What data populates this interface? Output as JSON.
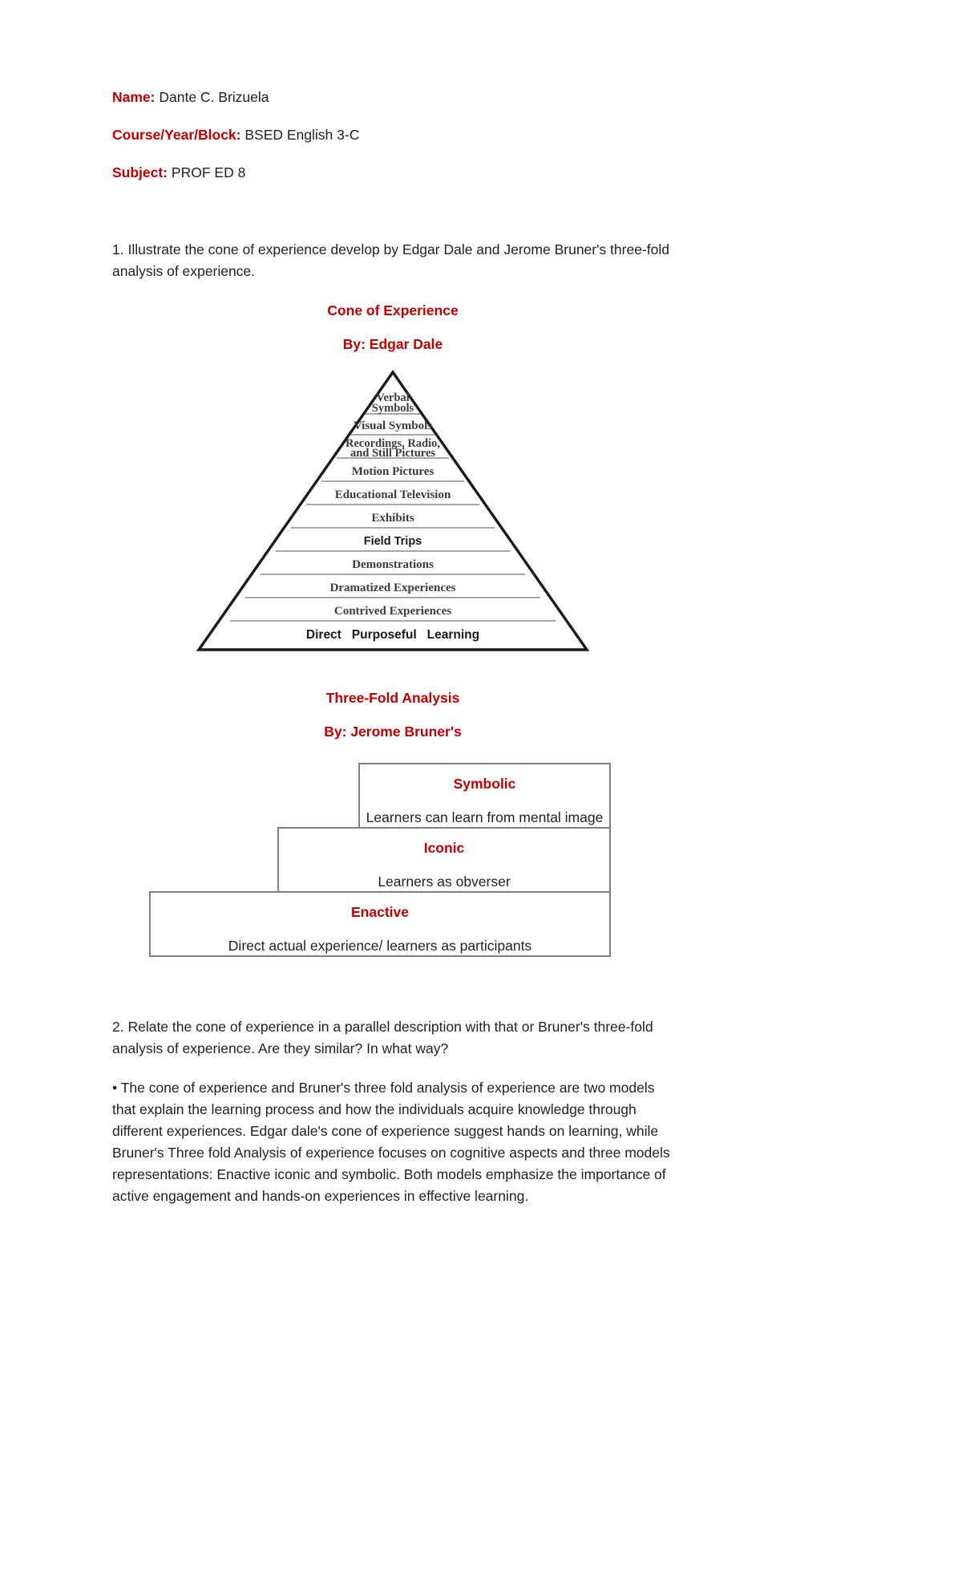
{
  "header": {
    "fields": [
      {
        "label": "Name:",
        "value": "Dante C. Brizuela"
      },
      {
        "label": "Course/Year/Block:",
        "value": "BSED English 3-C"
      },
      {
        "label": "Subject:",
        "value": "PROF ED 8"
      }
    ]
  },
  "question1": {
    "text": "1. Illustrate the cone of experience develop by Edgar Dale and Jerome Bruner's three-fold analysis of experience."
  },
  "cone": {
    "title": "Cone of Experience",
    "author": "By: Edgar Dale",
    "tiers": [
      {
        "label": "Verbal Symbols",
        "lines": [
          "Verbal",
          "Symbols"
        ],
        "style": "serif"
      },
      {
        "label": "Visual Symbols",
        "lines": [
          "Visual Symbols"
        ],
        "style": "serif"
      },
      {
        "label": "Recordings, Radio, and Still Pictures",
        "lines": [
          "Recordings, Radio,",
          "and Still Pictures"
        ],
        "style": "serif"
      },
      {
        "label": "Motion Pictures",
        "lines": [
          "Motion Pictures"
        ],
        "style": "serif"
      },
      {
        "label": "Educational Television",
        "lines": [
          "Educational Television"
        ],
        "style": "serif"
      },
      {
        "label": "Exhibits",
        "lines": [
          "Exhibits"
        ],
        "style": "serif"
      },
      {
        "label": "Field Trips",
        "lines": [
          "Field Trips"
        ],
        "style": "sans"
      },
      {
        "label": "Demonstrations",
        "lines": [
          "Demonstrations"
        ],
        "style": "serif"
      },
      {
        "label": "Dramatized Experiences",
        "lines": [
          "Dramatized Experiences"
        ],
        "style": "serif"
      },
      {
        "label": "Contrived Experiences",
        "lines": [
          "Contrived Experiences"
        ],
        "style": "serif"
      },
      {
        "label": "Direct Purposeful Learning",
        "lines": [
          "Direct   Purposeful   Learning"
        ],
        "style": "sans"
      }
    ]
  },
  "threefold": {
    "title": "Three-Fold Analysis",
    "author": "By: Jerome Bruner's",
    "levels": [
      {
        "title": "Symbolic",
        "desc": "Learners can learn from mental image"
      },
      {
        "title": "Iconic",
        "desc": "Learners as obverser"
      },
      {
        "title": "Enactive",
        "desc": "Direct actual experience/ learners as participants"
      }
    ]
  },
  "question2": {
    "text": "2. Relate the cone of experience in a parallel description with that or Bruner's three-fold analysis of experience. Are they similar? In what way?"
  },
  "answer2": {
    "text": "• The cone of experience and Bruner's three fold analysis of experience are two models that explain the learning process and how the individuals acquire knowledge through different experiences. Edgar dale's cone of experience suggest hands on learning, while Bruner's Three fold Analysis of experience focuses on cognitive aspects and three models representations: Enactive iconic and symbolic. Both models emphasize the importance of active engagement and hands-on experiences in effective learning."
  },
  "colors": {
    "accent_red": "#c00000",
    "body_text": "#231f20",
    "box_border": "#808080"
  }
}
